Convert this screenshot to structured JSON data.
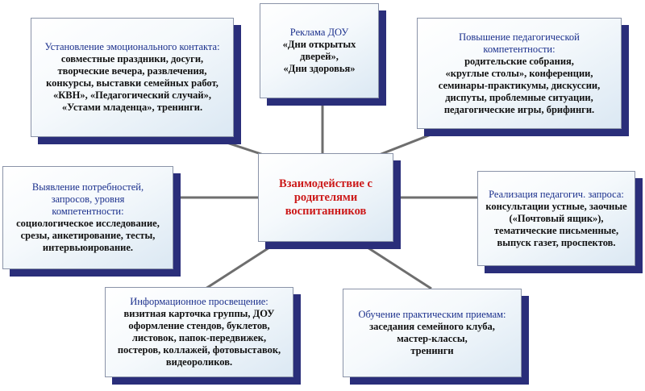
{
  "center": {
    "lines": [
      "Взаимодействие с",
      "родителями",
      "воспитанников"
    ]
  },
  "nodes": {
    "top": {
      "title": [
        "Реклама ДОУ"
      ],
      "body": [
        "«Дни открытых",
        "дверей»,",
        "«Дни здоровья»"
      ]
    },
    "top_left": {
      "title": [
        "Установление эмоционального контакта:"
      ],
      "body": [
        "совместные праздники, досуги,",
        "творческие вечера, развлечения,",
        "конкурсы, выставки семейных работ,",
        "«КВН», «Педагогический случай»,",
        "«Устами младенца», тренинги."
      ]
    },
    "top_right": {
      "title": [
        "Повышение педагогической",
        "компетентности:"
      ],
      "body": [
        "родительские собрания,",
        "«круглые столы», конференции,",
        "семинары-практикумы, дискуссии,",
        "диспуты, проблемные ситуации,",
        "педагогические игры,  брифинги."
      ]
    },
    "mid_left": {
      "title": [
        "Выявление потребностей,",
        "запросов, уровня",
        "компетентности:"
      ],
      "body": [
        "социологическое исследование,",
        "срезы, анкетирование, тесты,",
        "интервьюирование."
      ]
    },
    "mid_right": {
      "title": [
        "Реализация педагогич. запроса:"
      ],
      "body": [
        "консультации устные, заочные",
        "(«Почтовый ящик»),",
        "тематические письменные,",
        "выпуск газет, проспектов."
      ]
    },
    "bottom_left": {
      "title": [
        "Информационное просвещение:"
      ],
      "body": [
        "визитная карточка группы, ДОУ",
        "оформление стендов, буклетов,",
        "листовок, папок-передвижек,",
        "постеров, коллажей, фотовыставок,",
        "видеороликов."
      ]
    },
    "bottom_right": {
      "title": [
        "Обучение практическим приемам:"
      ],
      "body": [
        "заседания семейного клуба,",
        "мастер-классы,",
        "тренинги"
      ]
    }
  },
  "colors": {
    "center_title": "#cc1a1a",
    "node_title": "#1a2f8c",
    "connector": "#6e6e6e",
    "shadow": "#2a2e7a"
  }
}
